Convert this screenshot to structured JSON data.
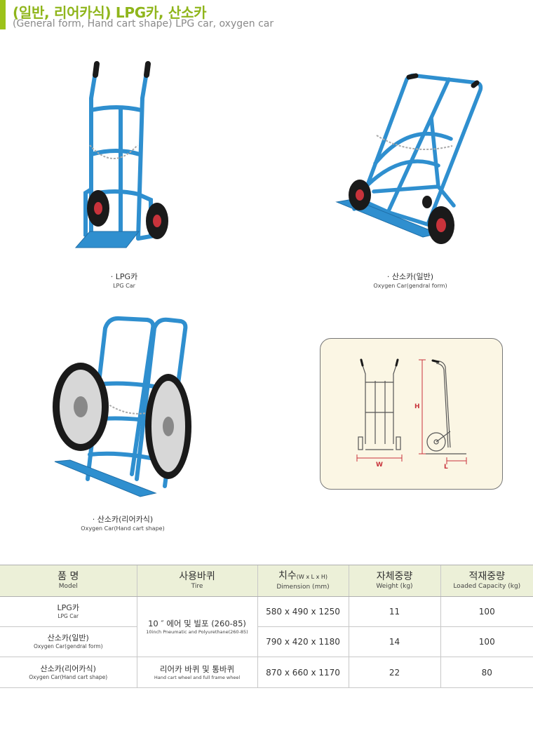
{
  "header": {
    "title_ko": "(일반, 리어카식) LPG카, 산소카",
    "title_en": "(General form, Hand cart shape) LPG car, oxygen car"
  },
  "products": [
    {
      "caption_ko": "· LPG카",
      "caption_en": "LPG Car"
    },
    {
      "caption_ko": "· 산소카(일반)",
      "caption_en": "Oxygen Car(gendral form)"
    },
    {
      "caption_ko": "· 산소카(리어카식)",
      "caption_en": "Oxygen Car(Hand cart shape)"
    }
  ],
  "diagram": {
    "label_w": "W",
    "label_h": "H",
    "label_l": "L"
  },
  "colors": {
    "accent": "#9cc21a",
    "title": "#8fb51b",
    "cart_blue": "#2f8fcf",
    "dimension_red": "#c8333b",
    "table_header": "#ecf0d8"
  },
  "table": {
    "headers": [
      {
        "ko": "품 명",
        "en": "Model"
      },
      {
        "ko": "사용바퀴",
        "en": "Tire"
      },
      {
        "ko": "치수",
        "ko_small": "(W x L x H)",
        "en": "Dimension (mm)"
      },
      {
        "ko": "자체중량",
        "en": "Weight (kg)"
      },
      {
        "ko": "적재중량",
        "en": "Loaded Capacity (kg)"
      }
    ],
    "rows": [
      {
        "model_ko": "LPG카",
        "model_en": "LPG Car",
        "dimension": "580 x 490 x 1250",
        "weight": "11",
        "capacity": "100"
      },
      {
        "model_ko": "산소카(일반)",
        "model_en": "Oxygen Car(gendral form)",
        "dimension": "790 x 420 x 1180",
        "weight": "14",
        "capacity": "100"
      },
      {
        "model_ko": "산소카(리어카식)",
        "model_en": "Oxygen Car(Hand cart shape)",
        "dimension": "870 x 660 x 1170",
        "weight": "22",
        "capacity": "80"
      }
    ],
    "tire_group_1": {
      "ko": "10 ″ 에어 및 빌포 (260-85)",
      "en": "10inch Pneumatic and Polyurethane(260-85)"
    },
    "tire_group_2": {
      "ko": "리어카 바퀴 및 통바퀴",
      "en": "Hand cart wheel and full frame wheel"
    }
  }
}
